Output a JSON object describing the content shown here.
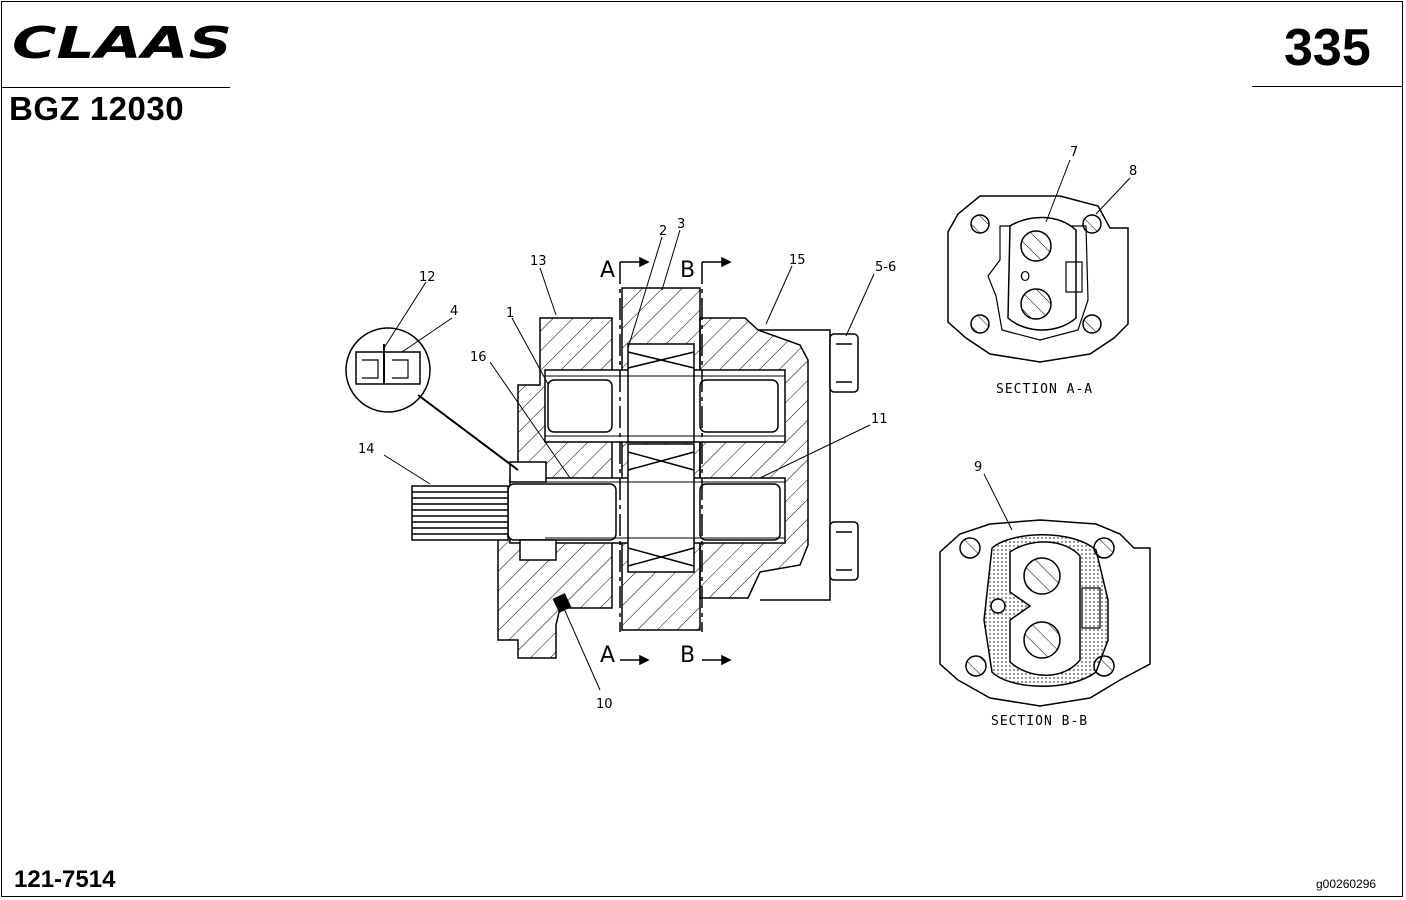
{
  "header": {
    "brand": "CLAAS",
    "doc_code": "BGZ 12030",
    "page_number": "335"
  },
  "footer": {
    "part_number": "121-7514",
    "image_id": "g00260296"
  },
  "callouts": {
    "c1": "1",
    "c2": "2",
    "c3": "3",
    "c4": "4",
    "c5_6": "5-6",
    "c7": "7",
    "c8": "8",
    "c9": "9",
    "c10": "10",
    "c11": "11",
    "c12": "12",
    "c13": "13",
    "c14": "14",
    "c15": "15",
    "c16": "16"
  },
  "section_markers": {
    "a": "A",
    "b": "B"
  },
  "views": {
    "section_aa": {
      "caption": "SECTION A-A",
      "port_label": "O"
    },
    "section_bb": {
      "caption": "SECTION B-B"
    }
  }
}
